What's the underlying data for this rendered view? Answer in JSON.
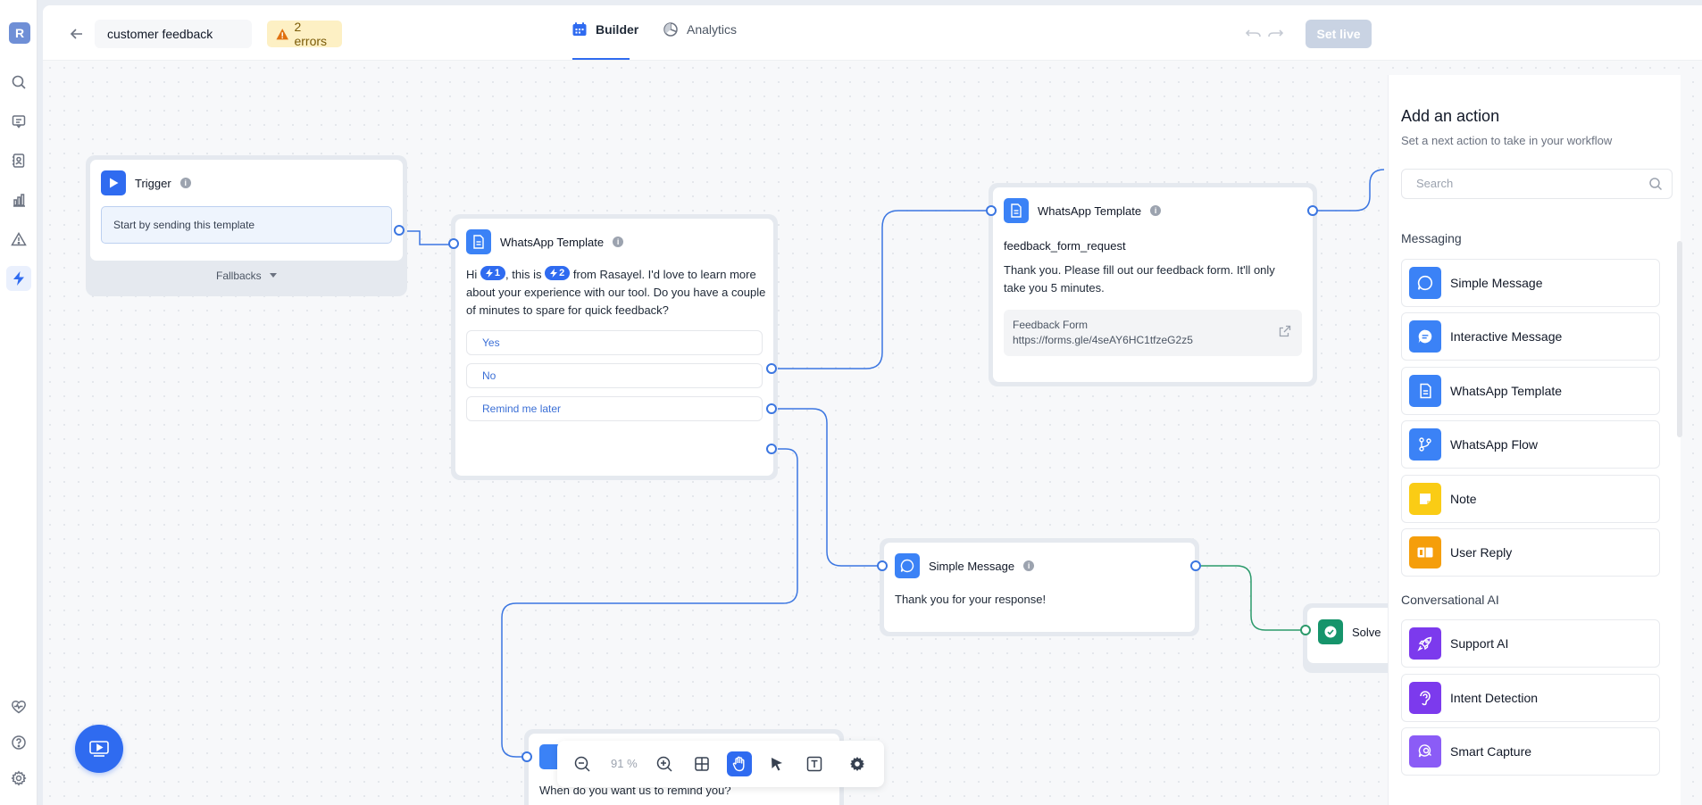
{
  "app": {
    "logo_letter": "R"
  },
  "header": {
    "workflow_name": "customer feedback",
    "errors_label": "2 errors",
    "tabs": [
      {
        "label": "Builder"
      },
      {
        "label": "Analytics"
      }
    ],
    "set_live_label": "Set live"
  },
  "canvas": {
    "trigger": {
      "title": "Trigger",
      "body": "Start by sending this template",
      "fallbacks_label": "Fallbacks"
    },
    "template1": {
      "title": "WhatsApp Template",
      "text_hi": "Hi",
      "var1": "1",
      "text_mid": ", this is",
      "var2": "2",
      "text_line1_rest": "from Rasayel. I'd love to learn",
      "text_rest": "more about your experience with our tool. Do you have a couple of minutes to spare for quick feedback?",
      "buttons": [
        "Yes",
        "No",
        "Remind me later"
      ]
    },
    "template2": {
      "title": "WhatsApp Template",
      "name": "feedback_form_request",
      "body": "Thank you. Please fill out our feedback form. It'll only take you 5 minutes.",
      "link_label": "Feedback Form",
      "link_url": "https://forms.gle/4seAY6HC1tfzeG2z5"
    },
    "simple_message": {
      "title": "Simple Message",
      "body": "Thank you for your response!"
    },
    "solve": {
      "title": "Solve"
    },
    "remind_node": {
      "body": "When do you want us to remind you?"
    }
  },
  "toolbar": {
    "zoom": "91 %"
  },
  "panel": {
    "title": "Add an action",
    "subtitle": "Set a next action to take in your workflow",
    "search_placeholder": "Search",
    "sections": [
      {
        "label": "Messaging",
        "items": [
          {
            "label": "Simple Message",
            "icon": "chat-bubble-icon",
            "color": "#3b82f6"
          },
          {
            "label": "Interactive Message",
            "icon": "interactive-message-icon",
            "color": "#3b82f6"
          },
          {
            "label": "WhatsApp Template",
            "icon": "document-icon",
            "color": "#3b82f6"
          },
          {
            "label": "WhatsApp Flow",
            "icon": "flow-branch-icon",
            "color": "#3b82f6"
          },
          {
            "label": "Note",
            "icon": "sticky-note-icon",
            "color": "#facc15"
          },
          {
            "label": "User Reply",
            "icon": "user-reply-icon",
            "color": "#f59e0b"
          }
        ]
      },
      {
        "label": "Conversational AI",
        "items": [
          {
            "label": "Support AI",
            "icon": "rocket-icon",
            "color": "#7c3aed"
          },
          {
            "label": "Intent Detection",
            "icon": "ear-icon",
            "color": "#7c3aed"
          },
          {
            "label": "Smart Capture",
            "icon": "smart-capture-icon",
            "color": "#8b5cf6"
          }
        ]
      }
    ]
  }
}
